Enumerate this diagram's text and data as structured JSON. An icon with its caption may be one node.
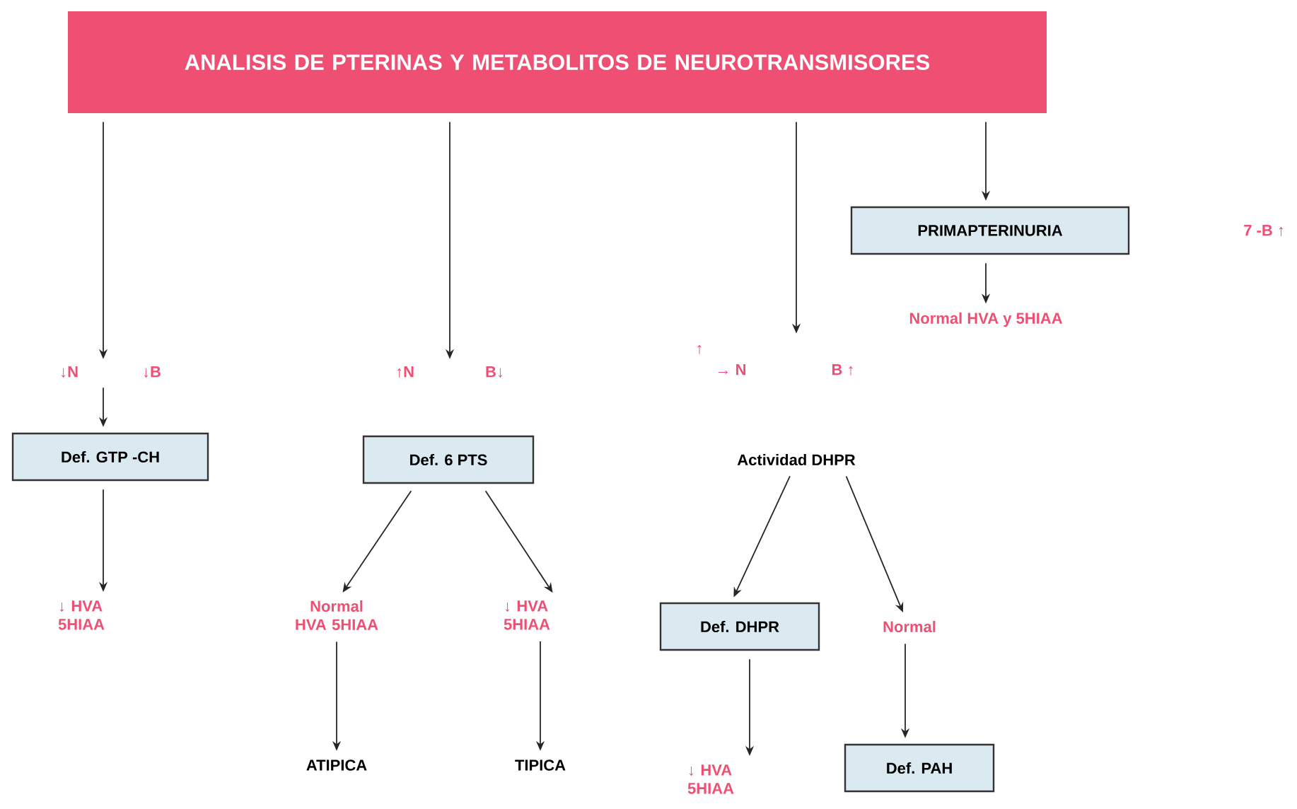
{
  "diagram": {
    "nodes": [
      {
        "text": [
          "ANALISIS DE PTERINAS Y METABOLITOS DE NEUROTRANSMISORES"
        ]
      },
      {
        "text": [
          "↓N",
          "↓B"
        ]
      },
      {
        "text": [
          "Def. GTP -CH"
        ]
      },
      {
        "text": [
          "↓ HVA 5HIAA"
        ]
      },
      {
        "text": [
          "↑N",
          "B↓"
        ]
      },
      {
        "text": [
          "Def. 6 PTS"
        ]
      },
      {
        "text": [
          "Normal HVA 5HIAA"
        ]
      },
      {
        "text": [
          "↓ HVA 5HIAA"
        ]
      },
      {
        "text": [
          "ATIPICA"
        ]
      },
      {
        "text": [
          "TIPICA"
        ]
      },
      {
        "text": [
          "↑",
          "→ N",
          "B ↑"
        ]
      },
      {
        "text": [
          "Actividad DHPR"
        ]
      },
      {
        "text": [
          "Def. DHPR"
        ]
      },
      {
        "text": [
          "Normal"
        ]
      },
      {
        "text": [
          "↓ HVA 5HIAA"
        ]
      },
      {
        "text": [
          "Def. PAH"
        ]
      },
      {
        "text": [
          "PRIMAPTERINURIA"
        ]
      },
      {
        "text": [
          "Normal HVA y 5HIAA"
        ]
      }
    ],
    "edges": [
      {
        "from": 0,
        "to": 1,
        "arrow": "to"
      },
      {
        "from": 1,
        "to": 2,
        "arrow": "to"
      },
      {
        "from": 2,
        "to": 3,
        "arrow": "to"
      },
      {
        "from": 0,
        "to": 4,
        "arrow": "to"
      },
      {
        "from": 5,
        "to": 6,
        "arrow": "to"
      },
      {
        "from": 5,
        "to": 7,
        "arrow": "to"
      },
      {
        "from": 6,
        "to": 8,
        "arrow": "to"
      },
      {
        "from": 7,
        "to": 9,
        "arrow": "to"
      },
      {
        "from": 0,
        "to": 10,
        "arrow": "to"
      },
      {
        "from": 11,
        "to": 12,
        "arrow": "to"
      },
      {
        "from": 11,
        "to": 13,
        "arrow": "to"
      },
      {
        "from": 12,
        "to": 14,
        "arrow": "to"
      },
      {
        "from": 13,
        "to": 15,
        "arrow": "to"
      },
      {
        "from": 0,
        "to": 16,
        "arrow": "to"
      },
      {
        "from": 16,
        "to": 17,
        "arrow": "to"
      }
    ],
    "labels": [
      "7 -B ↑"
    ]
  }
}
